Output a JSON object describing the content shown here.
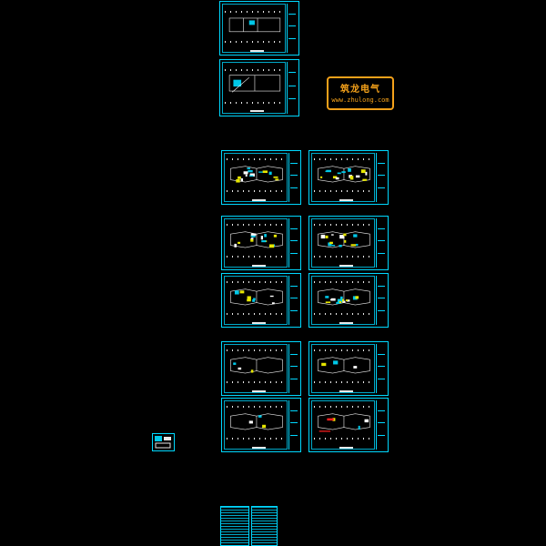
{
  "logo": {
    "line1": "筑龙电气",
    "line2": "www.zhulong.com",
    "border_color": "#f4a11a"
  },
  "colors": {
    "frame": "#00d8ff",
    "walls": "#e8e8e8",
    "fill_cyan": "#00c8e8",
    "fill_yellow": "#e6e600",
    "fill_white": "#ffffff",
    "accent_red": "#ff2020"
  },
  "sheets": [
    {
      "density": "light"
    },
    {
      "density": "light"
    },
    {
      "density": "dense"
    },
    {
      "density": "dense"
    },
    {
      "density": "dense"
    },
    {
      "density": "dense"
    },
    {
      "density": "medium"
    },
    {
      "density": "dense"
    },
    {
      "density": "light"
    },
    {
      "density": "light"
    },
    {
      "density": "light"
    },
    {
      "density": "light-red"
    }
  ]
}
